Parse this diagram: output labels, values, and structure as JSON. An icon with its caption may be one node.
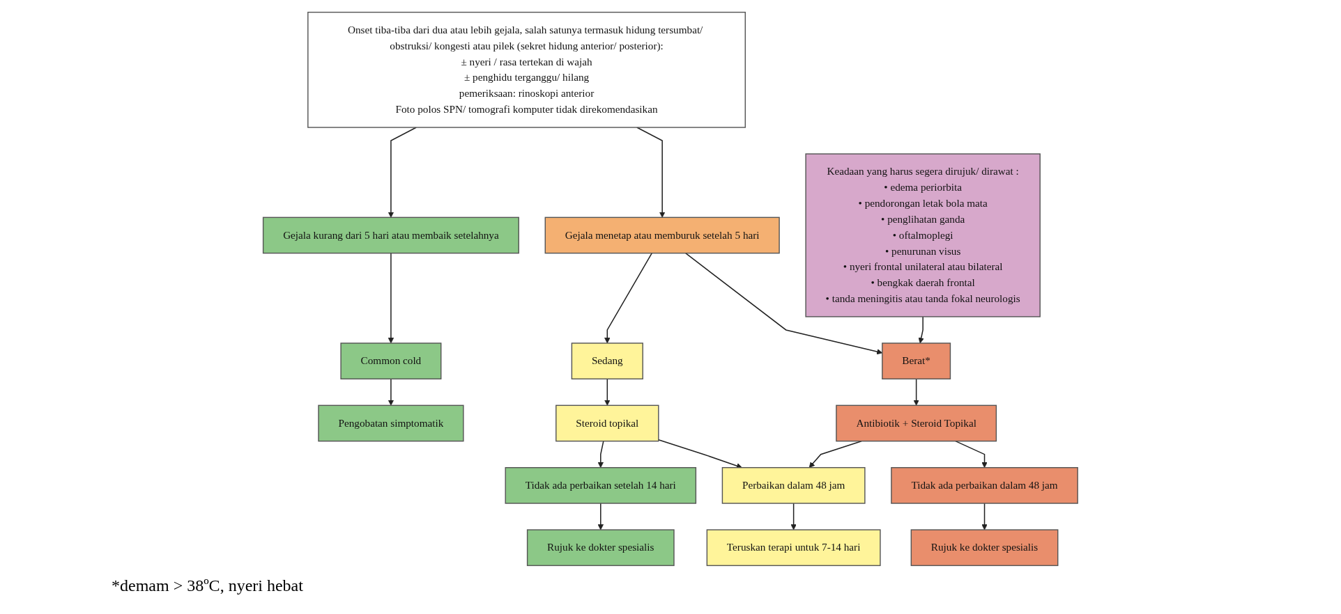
{
  "diagram": {
    "nodes": [
      {
        "text": [
          "Onset tiba-tiba dari dua atau lebih gejala, salah satunya termasuk hidung tersumbat/ obstruksi/ kongesti atau pilek (sekret hidung anterior/ posterior):",
          "± nyeri / rasa tertekan di wajah",
          "± penghidu terganggu/ hilang",
          "pemeriksaan: rinoskopi anterior",
          "Foto polos SPN/ tomografi komputer tidak direkomendasikan"
        ]
      },
      {
        "text": [
          "Keadaan yang harus segera dirujuk/ dirawat :",
          "• edema periorbita",
          "• pendorongan letak bola mata",
          "• penglihatan ganda",
          "• oftalmoplegi",
          "• penurunan visus",
          "• nyeri frontal unilateral atau bilateral",
          "• bengkak daerah frontal",
          "• tanda meningitis atau tanda fokal neurologis"
        ]
      },
      {
        "text": [
          "Gejala kurang dari 5 hari atau membaik setelahnya"
        ]
      },
      {
        "text": [
          "Gejala menetap atau memburuk setelah 5 hari"
        ]
      },
      {
        "text": [
          "Common cold"
        ]
      },
      {
        "text": [
          "Sedang"
        ]
      },
      {
        "text": [
          "Berat*"
        ]
      },
      {
        "text": [
          "Pengobatan simptomatik"
        ]
      },
      {
        "text": [
          "Steroid topikal"
        ]
      },
      {
        "text": [
          "Antibiotik + Steroid Topikal"
        ]
      },
      {
        "text": [
          "Tidak ada perbaikan setelah 14 hari"
        ]
      },
      {
        "text": [
          "Perbaikan dalam 48 jam"
        ]
      },
      {
        "text": [
          "Tidak ada perbaikan dalam 48 jam"
        ]
      },
      {
        "text": [
          "Rujuk ke dokter spesialis"
        ]
      },
      {
        "text": [
          "Teruskan terapi untuk 7-14 hari"
        ]
      },
      {
        "text": [
          "Rujuk ke dokter spesialis"
        ]
      }
    ],
    "edges": [
      {
        "from": 0,
        "to": 2,
        "arrow": "to"
      },
      {
        "from": 0,
        "to": 3,
        "arrow": "to"
      },
      {
        "from": 2,
        "to": 4,
        "arrow": "to"
      },
      {
        "from": 3,
        "to": 5,
        "arrow": "to"
      },
      {
        "from": 3,
        "to": 6,
        "arrow": "to"
      },
      {
        "from": 1,
        "to": 6,
        "arrow": "to"
      },
      {
        "from": 4,
        "to": 7,
        "arrow": "to"
      },
      {
        "from": 5,
        "to": 8,
        "arrow": "to"
      },
      {
        "from": 6,
        "to": 9,
        "arrow": "to"
      },
      {
        "from": 8,
        "to": 10,
        "arrow": "to"
      },
      {
        "from": 8,
        "to": 11,
        "arrow": "to"
      },
      {
        "from": 9,
        "to": 11,
        "arrow": "to"
      },
      {
        "from": 9,
        "to": 12,
        "arrow": "to"
      },
      {
        "from": 10,
        "to": 13,
        "arrow": "to"
      },
      {
        "from": 11,
        "to": 14,
        "arrow": "to"
      },
      {
        "from": 12,
        "to": 15,
        "arrow": "to"
      }
    ],
    "labels": [
      "*demam > 38ºC, nyeri hebat"
    ]
  }
}
